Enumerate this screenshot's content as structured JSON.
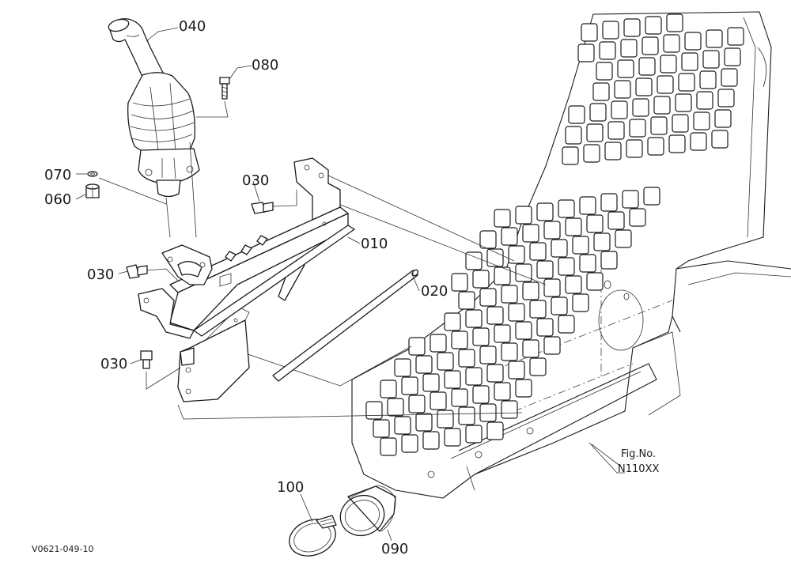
{
  "labels": {
    "p040": "040",
    "p080": "080",
    "p070": "070",
    "p060": "060",
    "p030a": "030",
    "p010": "010",
    "p030b": "030",
    "p020": "020",
    "p030c": "030",
    "p100": "100",
    "p090": "090"
  },
  "reference": {
    "line1": "Fig.No.",
    "line2": "N110XX"
  },
  "drawing_code": "V0621-049-10"
}
